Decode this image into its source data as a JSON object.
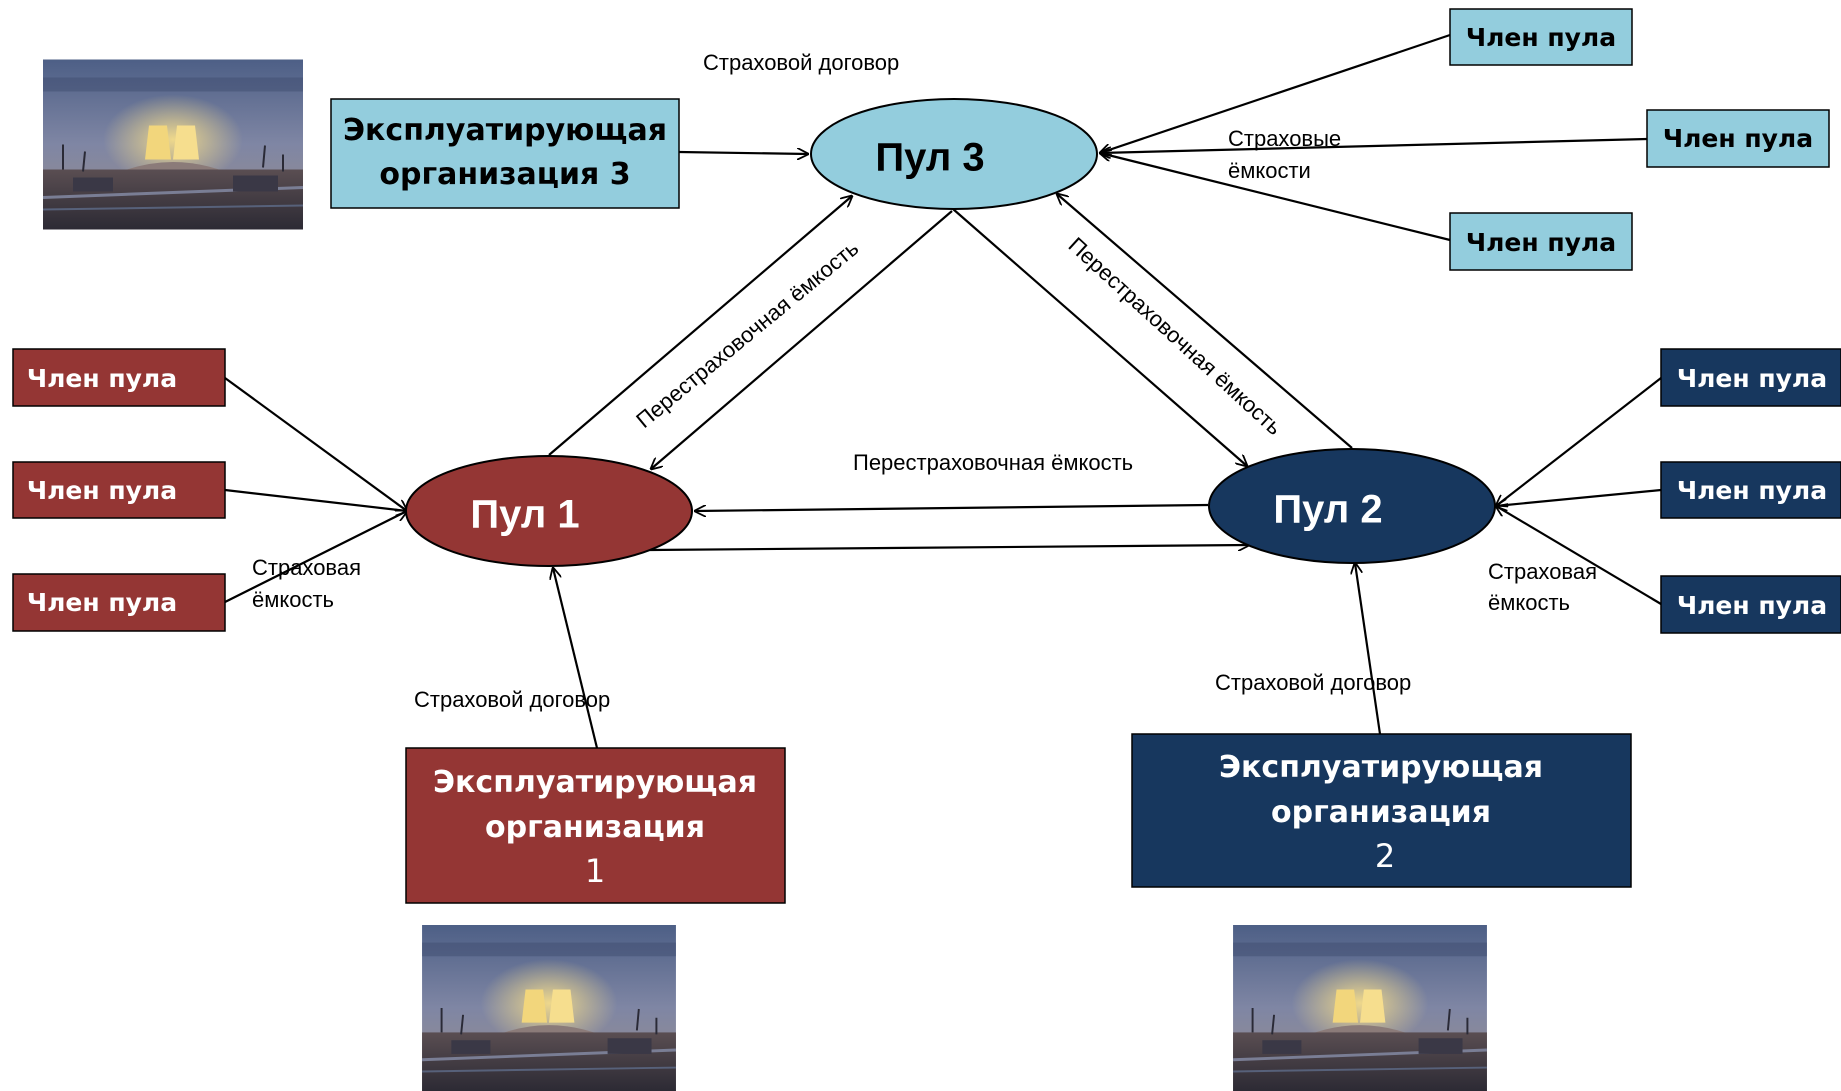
{
  "colors": {
    "pool1": "#943634",
    "pool2": "#17375e",
    "pool3": "#93cddd",
    "text_dark": "#000000",
    "text_light": "#ffffff"
  },
  "pools": {
    "pool1": {
      "label": "Пул 1"
    },
    "pool2": {
      "label": "Пул 2"
    },
    "pool3": {
      "label": "Пул 3"
    }
  },
  "members": {
    "label": "Член пула"
  },
  "operators": {
    "op1": {
      "line1": "Эксплуатирующая",
      "line2": "организация",
      "line3": "1"
    },
    "op2": {
      "line1": "Эксплуатирующая",
      "line2": "организация",
      "line3": "2"
    },
    "op3": {
      "line1": "Эксплуатирующая",
      "line2": "организация 3"
    }
  },
  "labels": {
    "contract_top": "Страховой договор",
    "contract_left": "Страховой договор",
    "contract_right": "Страховой  договор",
    "capacity_pool3_line1": "Страховые",
    "capacity_pool3_line2": "ёмкости",
    "capacity_pool1_line1": "Страховая",
    "capacity_pool1_line2": "ёмкость",
    "capacity_pool2_line1": "Страховая",
    "capacity_pool2_line2": "ёмкость",
    "reinsurance_left": "Перестраховочная ёмкость",
    "reinsurance_right": "Перестраховочная ёмкость",
    "reinsurance_bottom": "Перестраховочная ёмкость"
  },
  "photos": {
    "icon": "nuclear-plant-photo"
  }
}
